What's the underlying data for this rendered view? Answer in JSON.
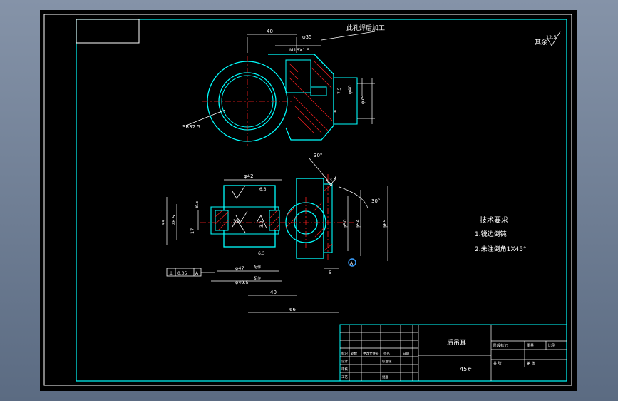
{
  "annotations": {
    "weld_note": "此孔焊后加工",
    "dia_35_top": "φ35",
    "dim_40_top": "40",
    "thread": "M16X1.5",
    "dia_40": "φ40",
    "dia_75_right": "φ75",
    "num_75": "7.5",
    "num_6": "6",
    "sr": "SR32.5",
    "angle_30_a": "30°",
    "angle_30_b": "30°",
    "dia_42": "φ42",
    "rough_63_a": "6.3",
    "rough_63_b": "6.3",
    "rough_32_a": "3.2",
    "rough_32_b": "3.2",
    "rough_32_c": "3.2",
    "num_35_left": "35",
    "num_285": "28.5",
    "num_85": "8.5",
    "num_17": "17",
    "dia_50": "φ50",
    "dia_54": "φ54",
    "dia_65": "φ65",
    "dia_47": "φ47",
    "dia_495": "φ49.5",
    "dim_40_bottom": "40",
    "dim_66": "66",
    "dim_5": "5",
    "tol_symbol": "⊥",
    "tol_value": "0.05",
    "tol_datum": "A",
    "datum_a": "A",
    "fit_note_1": "配作",
    "fit_note_2": "配作",
    "surface_other": "其余",
    "surface_other_value": "12.5"
  },
  "tech": {
    "title": "技术要求",
    "item1": "1.锐边倒钝",
    "item2": "2.未注倒角1X45°"
  },
  "title_block": {
    "part_name": "后吊耳",
    "material": "45#",
    "row_mark": "标记",
    "row_count": "处数",
    "row_zone": "分区",
    "row_change": "更改文件号",
    "row_sign": "签名",
    "row_date": "日期",
    "row_design": "设计",
    "row_std": "标准化",
    "row_check": "审核",
    "row_craft": "工艺",
    "row_approve": "批准",
    "stage": "阶段标记",
    "weight": "重量",
    "scale": "比例",
    "sheets": "共 张",
    "sheet_no": "第 张"
  }
}
